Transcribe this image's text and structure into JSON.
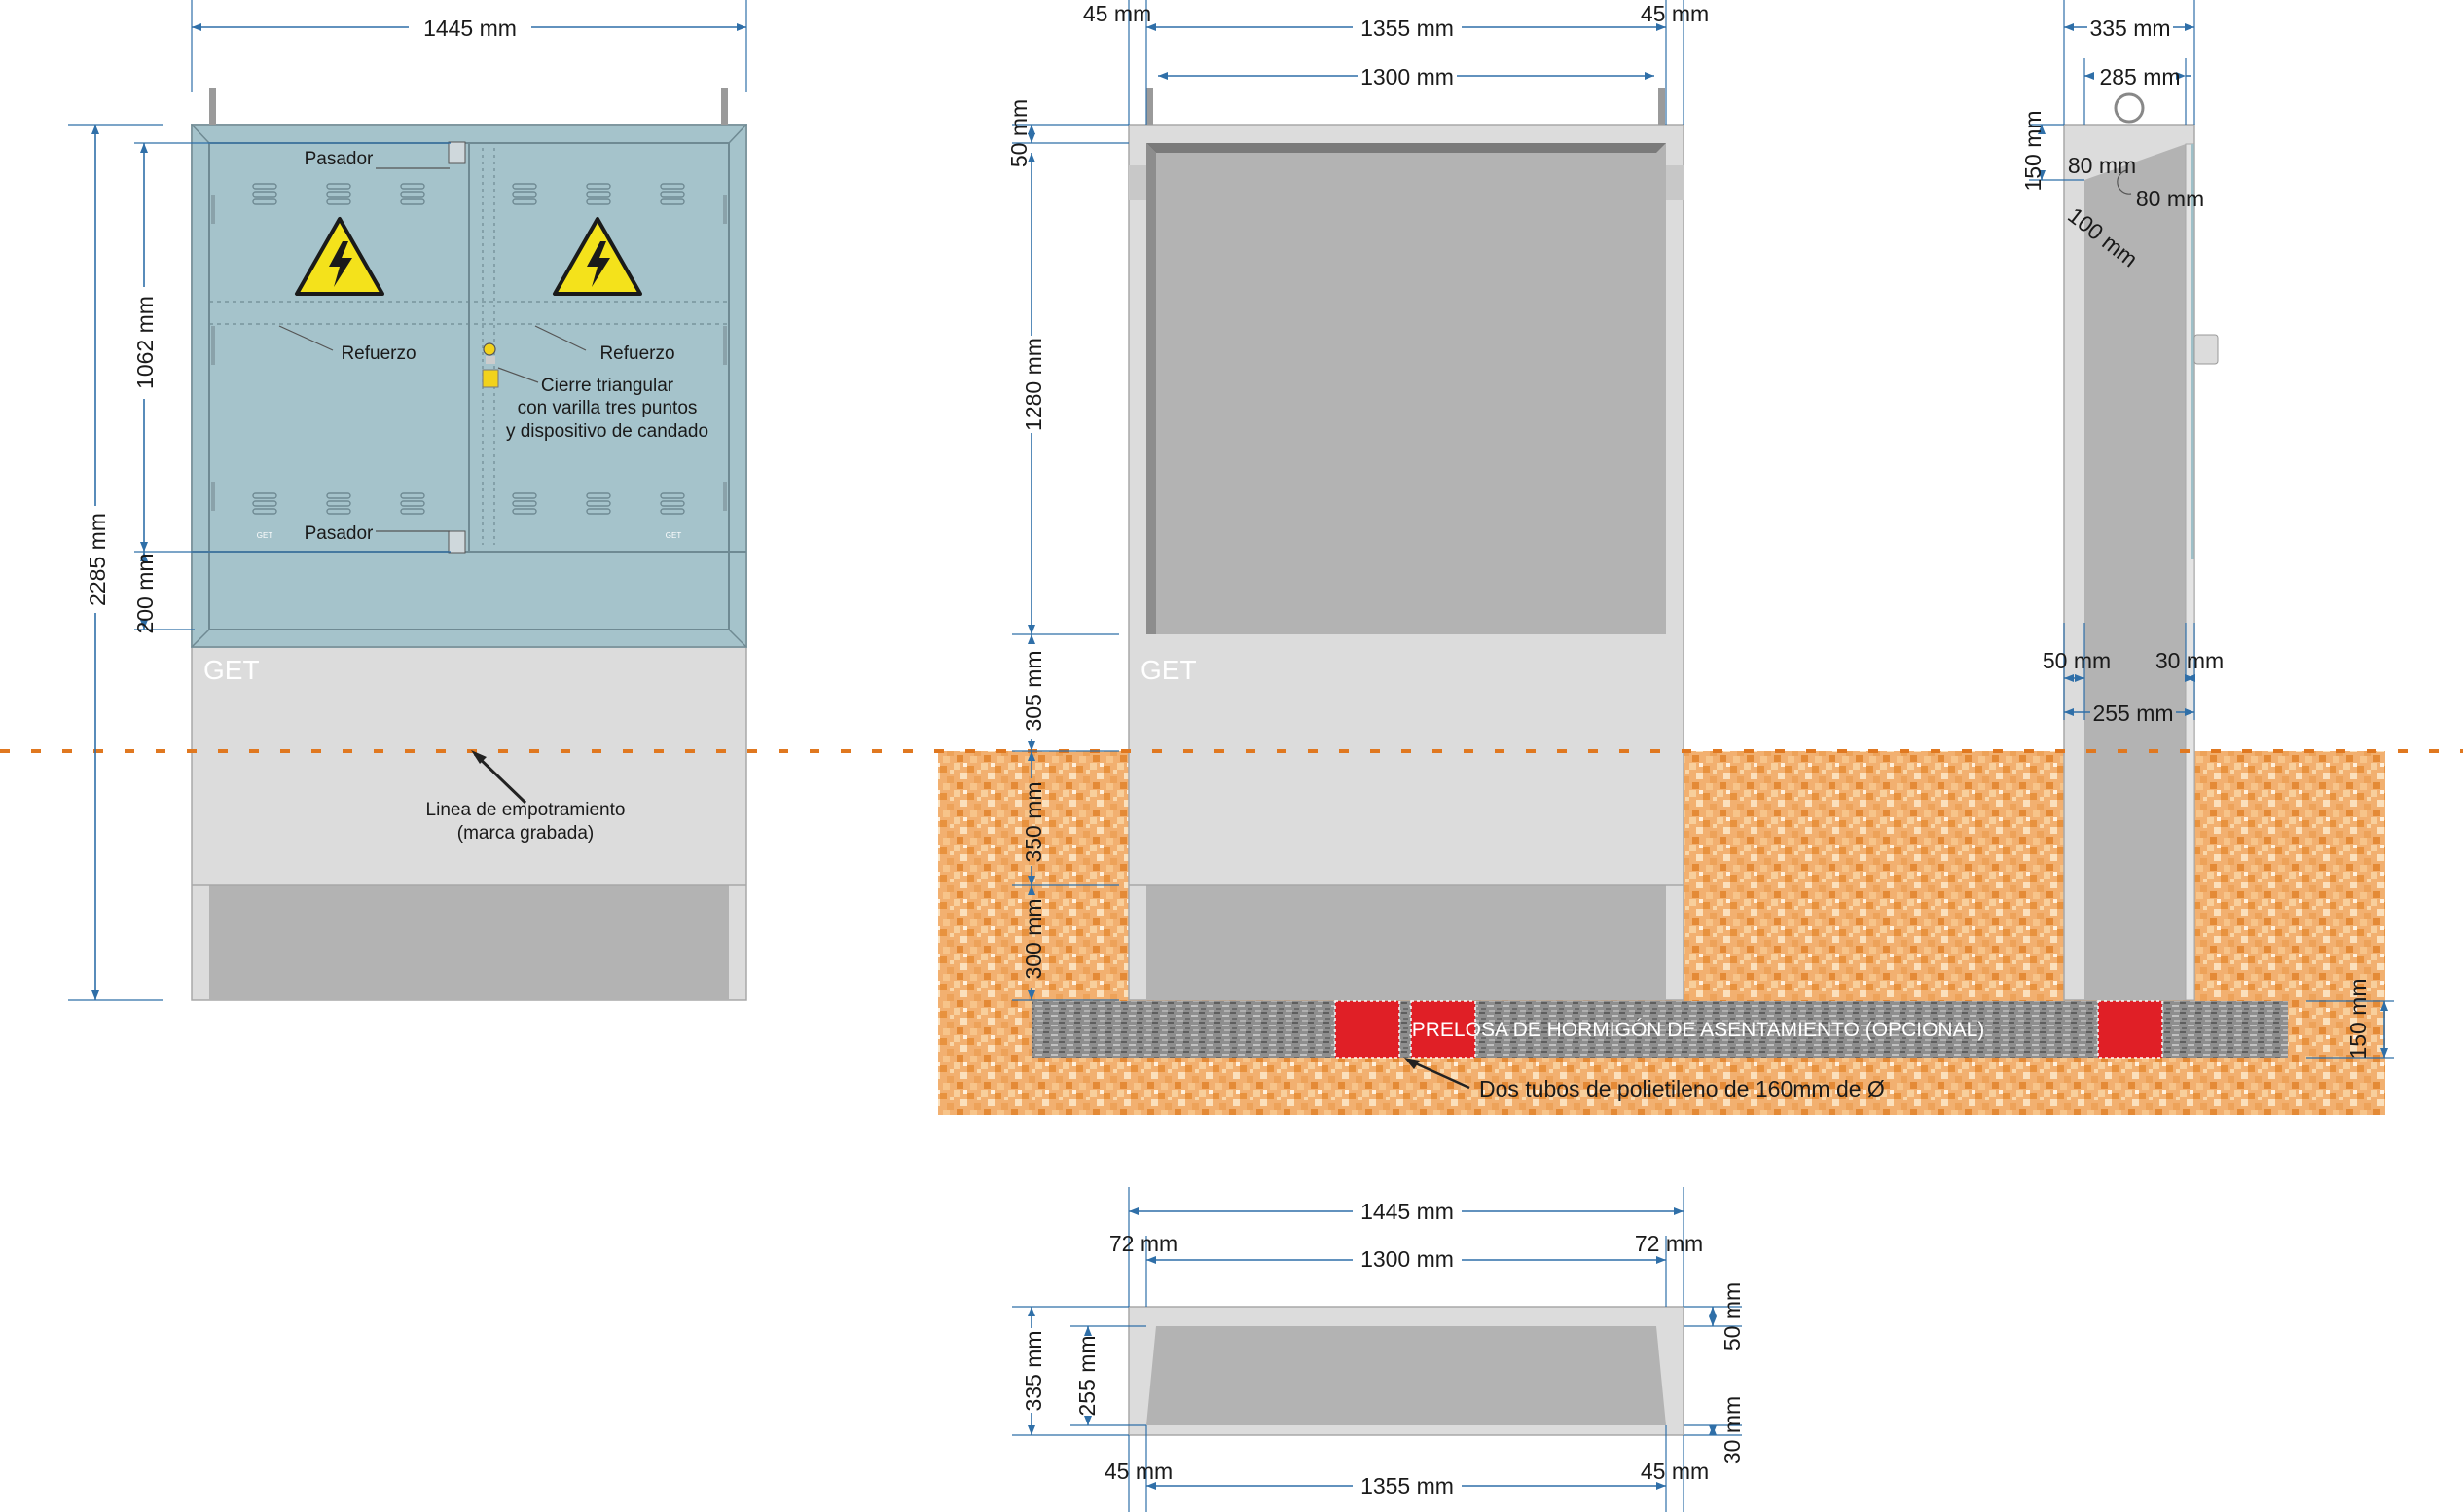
{
  "front_view": {
    "dims": {
      "width_total": "1445 mm",
      "height_total": "2285 mm",
      "height_door": "1062 mm",
      "height_lower": "200 mm"
    },
    "labels": {
      "pasador_top": "Pasador",
      "pasador_bottom": "Pasador",
      "refuerzo_left": "Refuerzo",
      "refuerzo_right": "Refuerzo",
      "cierre_line1": "Cierre triangular",
      "cierre_line2": "con varilla tres puntos",
      "cierre_line3": "y dispositivo de candado",
      "linea_line1": "Linea de empotramiento",
      "linea_line2": "(marca grabada)",
      "brand": "GET",
      "brand_small_left": "GET",
      "brand_small_right": "GET"
    }
  },
  "section_view": {
    "dims": {
      "top_left": "45 mm",
      "top_mid": "1355 mm",
      "top_right": "45 mm",
      "inner_width": "1300 mm",
      "v_50": "50 mm",
      "v_1280": "1280 mm",
      "v_305": "305 mm",
      "v_350": "350 mm",
      "v_300": "300 mm",
      "v_150": "150 mm"
    },
    "labels": {
      "brand": "GET",
      "prelosa": "PRELOSA DE HORMIGÓN DE ASENTAMIENTO (OPCIONAL)",
      "tubos": "Dos tubos de polietileno de 160mm de Ø"
    }
  },
  "side_view": {
    "dims": {
      "top_335": "335 mm",
      "top_285": "285 mm",
      "v_150": "150 mm",
      "d_80a": "80 mm",
      "d_80b": "80 mm",
      "d_100": "100 mm",
      "bot_50": "50 mm",
      "bot_30": "30 mm",
      "bot_255": "255 mm"
    }
  },
  "plan_view": {
    "dims": {
      "top_1445": "1445 mm",
      "top_72a": "72 mm",
      "top_1300": "1300 mm",
      "top_72b": "72 mm",
      "v_335": "335 mm",
      "v_255": "255 mm",
      "v_50": "50 mm",
      "v_30": "30 mm",
      "bot_45a": "45 mm",
      "bot_1355": "1355 mm",
      "bot_45b": "45 mm"
    }
  },
  "colors": {
    "door": "#a5c3cb",
    "concrete": "#dcdcdc",
    "inner": "#b3b3b3",
    "soil": "#f0a860",
    "ground_line": "#e07820",
    "tube": "#e01f26",
    "dimension": "#2f6fa8"
  }
}
